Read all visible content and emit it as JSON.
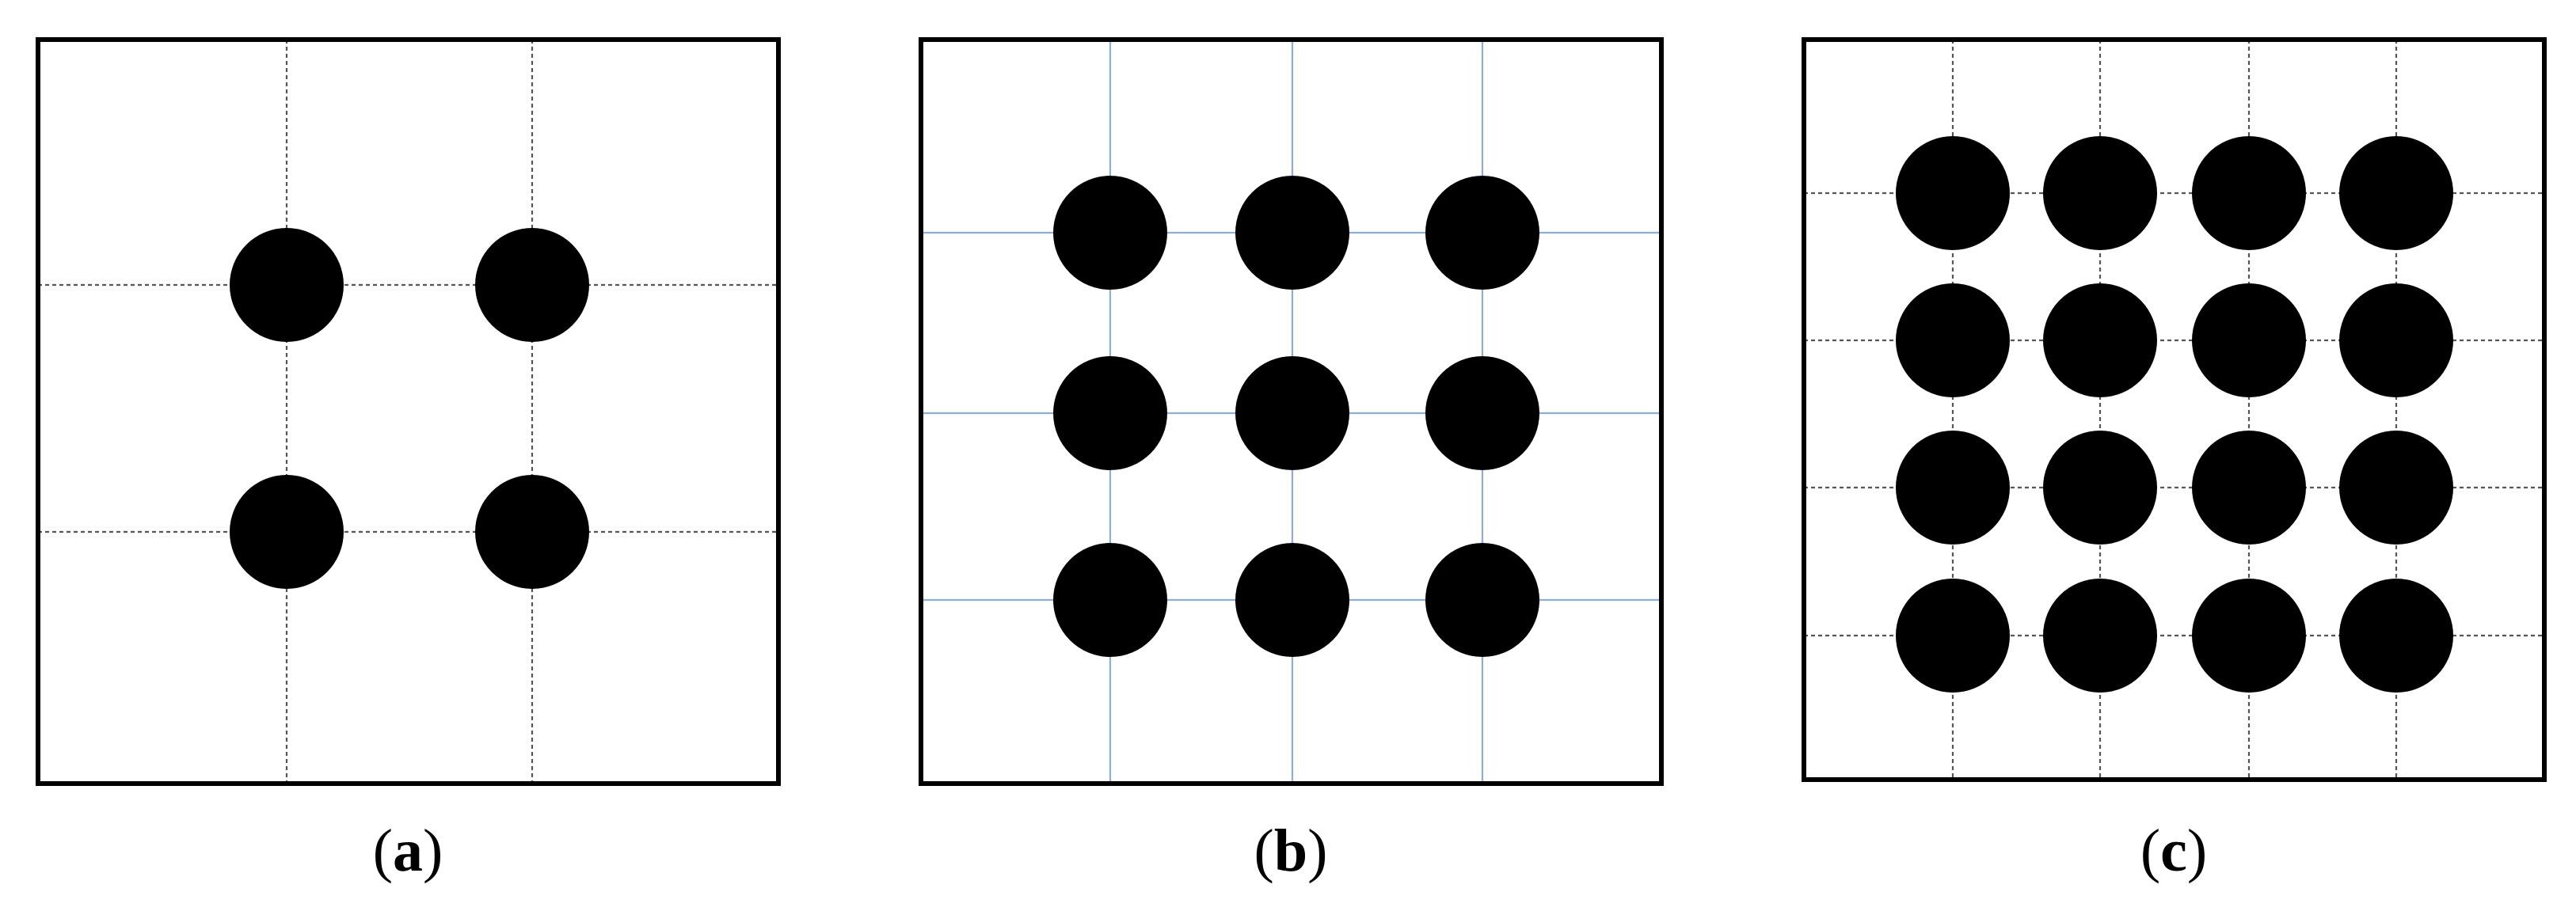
{
  "panels": [
    {
      "id": "a",
      "caption_open": "(",
      "caption_letter": "a",
      "caption_close": ")",
      "grid": {
        "rows": 2,
        "cols": 2
      },
      "grid_line_style": "dashed",
      "grid_line_color": "#555555"
    },
    {
      "id": "b",
      "caption_open": "(",
      "caption_letter": "b",
      "caption_close": ")",
      "grid": {
        "rows": 3,
        "cols": 3
      },
      "grid_line_style": "solid",
      "grid_line_color": "#8aaee0"
    },
    {
      "id": "c",
      "caption_open": "(",
      "caption_letter": "c",
      "caption_close": ")",
      "grid": {
        "rows": 4,
        "cols": 4
      },
      "grid_line_style": "dashed",
      "grid_line_color": "#555555"
    }
  ],
  "colors": {
    "frame": "#000000",
    "dot": "#000000",
    "background": "#ffffff"
  }
}
